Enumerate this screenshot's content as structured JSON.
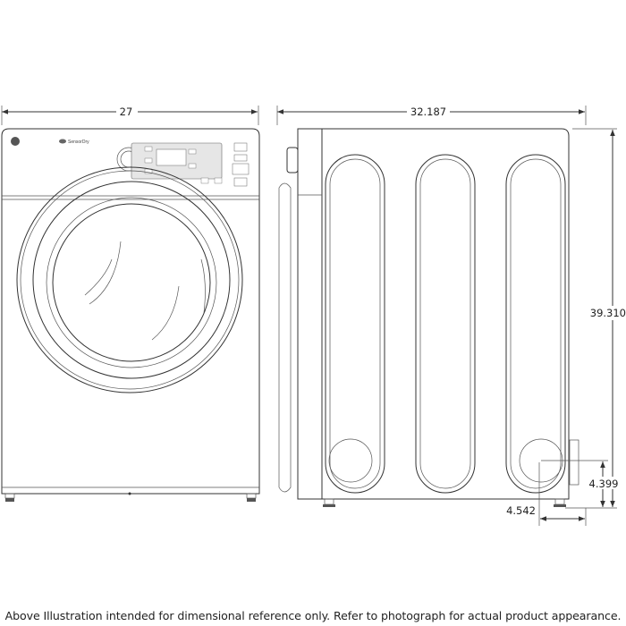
{
  "front_view": {
    "width_dimension": "27",
    "brand_label": "SensorDry"
  },
  "side_view": {
    "depth_dimension": "32.187",
    "height_dimension": "39.310",
    "vent_height_dimension": "4.399",
    "vent_offset_dimension": "4.542"
  },
  "caption": "Above Illustration intended for dimensional reference only. Refer to photograph for actual product appearance."
}
